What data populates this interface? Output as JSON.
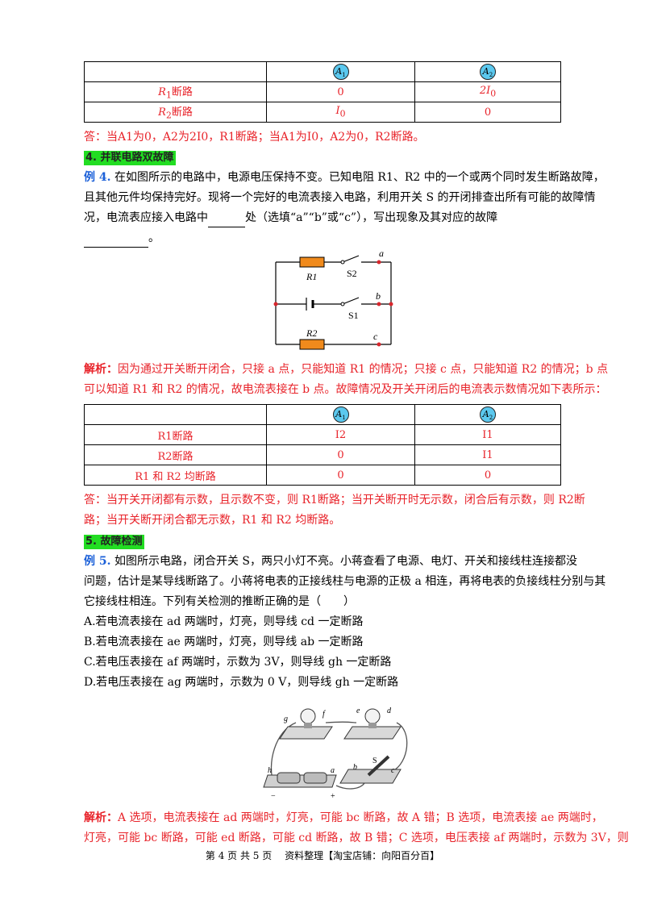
{
  "table1": {
    "meter1": "A",
    "meter1_sub": "1",
    "meter2": "A",
    "meter2_sub": "2",
    "rows": [
      {
        "label": "R",
        "sub": "1",
        "suffix": "断路",
        "v1": "0",
        "v2": "2I",
        "v2sub": "0"
      },
      {
        "label": "R",
        "sub": "2",
        "suffix": "断路",
        "v1": "I",
        "v1sub": "0",
        "v2": "0"
      }
    ]
  },
  "answer1": "答：当A1为0，A2为2I0，R1断路；当A1为I0，A2为0，R2断路。",
  "section4": "4. 并联电路双故障",
  "example4": {
    "label": "例 4.",
    "l1": "在如图所示的电路中，电源电压保持不变。已知电阻 R1、R2 中的一个或两个同时发生断路故障，",
    "l2": "且其他元件均保持完好。现将一个完好的电流表接入电路，利用开关 S 的开闭排查出所有可能的故障情",
    "l3a": "况，电流表应接入电路中",
    "l3b": "处（选填“a”“b”或“c”），写出现象及其对应的故障",
    "l4": "。"
  },
  "circuit1": {
    "r1": "R1",
    "r2": "R2",
    "s1": "S1",
    "s2": "S2",
    "a": "a",
    "b": "b",
    "c": "c"
  },
  "analysis4": {
    "label": "解析：",
    "l1": "因为通过开关断开闭合，只接 a 点，只能知道 R1 的情况；只接 c 点，只能知道 R2 的情况；b 点",
    "l2": "可以知道 R1 和 R2 的情况，故电流表接在 b 点。故障情况及开关开闭后的电流表示数情况如下表所示："
  },
  "table2": {
    "rows": [
      {
        "label": "R1断路",
        "v1": "I2",
        "v2": "I1"
      },
      {
        "label": "R2断路",
        "v1": "0",
        "v2": "I1"
      },
      {
        "label": "R1 和 R2 均断路",
        "v1": "0",
        "v2": "0"
      }
    ]
  },
  "answer2": {
    "l1": "答：当开关开闭都有示数，且示数不变，则 R1断路；当开关断开时无示数，闭合后有示数，则 R2断",
    "l2": "路；当开关断开闭合都无示数，R1 和 R2 均断路。"
  },
  "section5": "5. 故障检测",
  "example5": {
    "label": "例 5.",
    "l1": "如图所示电路，闭合开关 S，两只小灯不亮。小蒋查看了电源、电灯、开关和接线柱连接都没",
    "l2": "问题，估计是某导线断路了。小蒋将电表的正接线柱与电源的正极 a 相连，再将电表的负接线柱分别与其",
    "l3": "它接线柱相连。下列有关检测的推断正确的是（　　）",
    "options": [
      "A.若电流表接在 ad 两端时，灯亮，则导线 cd 一定断路",
      "B.若电流表接在 ae 两端时，灯亮，则导线 ab 一定断路",
      "C.若电压表接在 af 两端时，示数为 3V，则导线 gh 一定断路",
      "D.若电压表接在 ag 两端时，示数为 0  V，则导线 gh 一定断路"
    ]
  },
  "photo_labels": {
    "g": "g",
    "f": "f",
    "e": "e",
    "d": "d",
    "s": "S",
    "h": "h",
    "a": "a",
    "b": "b",
    "c": "c",
    "minus": "−",
    "plus": "+"
  },
  "analysis5": {
    "label": "解析：",
    "l1": "A 选项，电流表接在 ad 两端时，灯亮，可能 bc 断路，故 A 错；B 选项，电流表接 ae 两端时，",
    "l2": "灯亮，可能 bc 断路，可能 ed 断路，可能 cd 断路，故 B 错；C 选项，电压表接 af 两端时，示数为 3V，则"
  },
  "footer": "第 4 页 共 5 页　 资料整理【淘宝店铺：向阳百分百】"
}
